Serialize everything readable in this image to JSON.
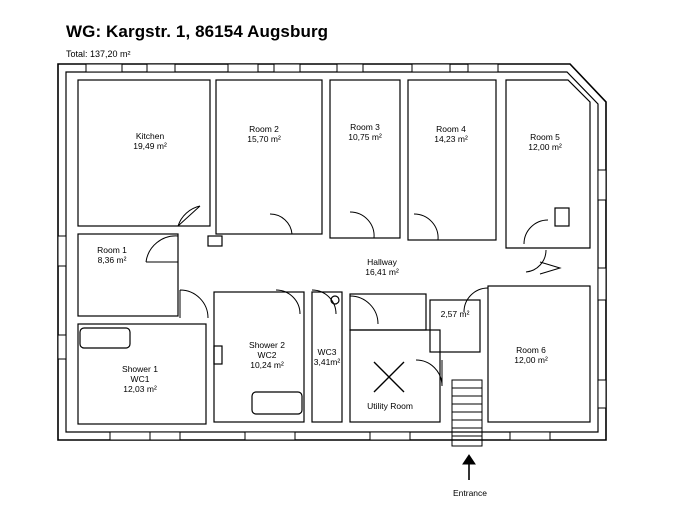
{
  "header": {
    "title": "WG: Kargstr. 1, 86154 Augsburg",
    "total": "Total: 137,20 m²"
  },
  "rooms": [
    {
      "name": "Kitchen",
      "area": "19,49  m²"
    },
    {
      "name": "Room 2",
      "area": "15,70 m²"
    },
    {
      "name": "Room 3",
      "area": "10,75 m²"
    },
    {
      "name": "Room 4",
      "area": "14,23 m²"
    },
    {
      "name": "Room 5",
      "area": "12,00 m²"
    },
    {
      "name": "Room 1",
      "area": "8,36 m²"
    },
    {
      "name": "Hallway",
      "area": "16,41 m²"
    },
    {
      "name": "",
      "area": "2,57 m²"
    },
    {
      "name": "Shower 1",
      "name2": "WC1",
      "area": "12,03 m²"
    },
    {
      "name": "Shower 2",
      "name2": "WC2",
      "area": "10,24 m²"
    },
    {
      "name": "WC3",
      "area": "3,41m²"
    },
    {
      "name": "Utility Room",
      "area": ""
    },
    {
      "name": "Room 6",
      "area": "12,00 m²"
    }
  ],
  "entrance": "Entrance"
}
